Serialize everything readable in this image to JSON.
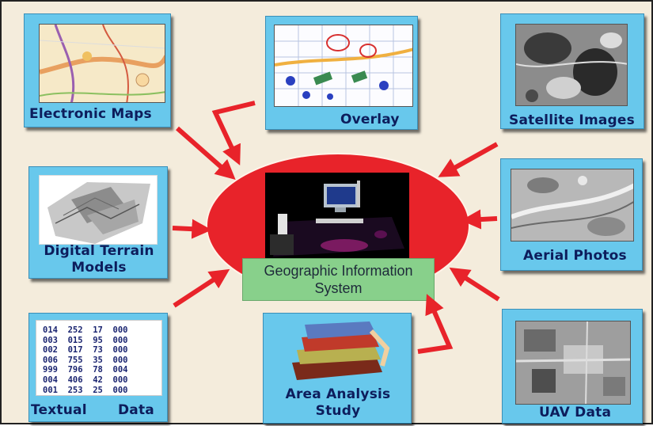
{
  "sources": {
    "electronic_maps": "Electronic Maps",
    "overlay": "Overlay",
    "satellite_images": "Satellite Images",
    "digital_terrain_models": "Digital Terrain Models",
    "aerial_photos": "Aerial Photos",
    "textual_data": {
      "left": "Textual",
      "right": "Data"
    },
    "area_analysis_study": "Area Analysis Study",
    "uav_data": "UAV Data"
  },
  "center": {
    "label": "Geographic Information System"
  },
  "textual_table": [
    "014  252  17  000",
    "003  015  95  000",
    "002  017  73  000",
    "006  755  35  000",
    "999  796  78  004",
    "004  406  42  000",
    "001  253  25  000"
  ],
  "colors": {
    "card": "#68c8ec",
    "ellipse": "#e8232a",
    "arrow": "#e8232a",
    "gis_box": "#88d08b",
    "label": "#0d1d5c",
    "background": "#f4ecdc"
  },
  "icons": [
    "map-thumbnail",
    "overlay-thumbnail",
    "satellite-thumbnail",
    "terrain-thumbnail",
    "aerial-thumbnail",
    "number-table",
    "books-icon",
    "uav-thumbnail",
    "computer-workstation-icon"
  ]
}
